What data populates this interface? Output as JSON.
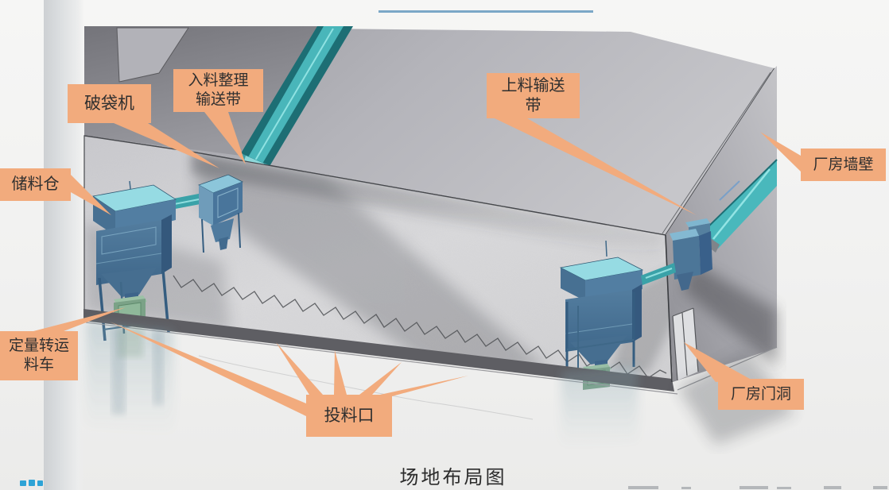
{
  "slide": {
    "title": "场地布局图"
  },
  "labels": {
    "bag_breaker": {
      "text": "破袋机"
    },
    "infeed_sorting_conveyor": {
      "line1": "入料整理",
      "line2": "输送带"
    },
    "loading_conveyor": {
      "line1": "上料输送",
      "line2": "带"
    },
    "factory_wall": {
      "text": "厂房墙壁"
    },
    "storage_silo": {
      "text": "储料仓"
    },
    "dosing_transfer_cart": {
      "line1": "定量转运",
      "line2": "料车"
    },
    "feeding_port": {
      "text": "投料口"
    },
    "factory_doorway": {
      "text": "厂房门洞"
    }
  },
  "colors": {
    "label_bg": "#F2AB7D",
    "label_text": "#2F2F2F",
    "accent_line": "#7BA7C7",
    "title_text": "#2B2B2B",
    "conveyor_teal": "#49B8BC",
    "conveyor_dark_teal": "#1D6E74",
    "machine_steel_blue": "#4C7698",
    "machine_top_cyan": "#96DBE3",
    "cart_green": "#7BA287",
    "roof_gray": "#C2C2C6",
    "wall_dark_band": "#5E5E63"
  }
}
